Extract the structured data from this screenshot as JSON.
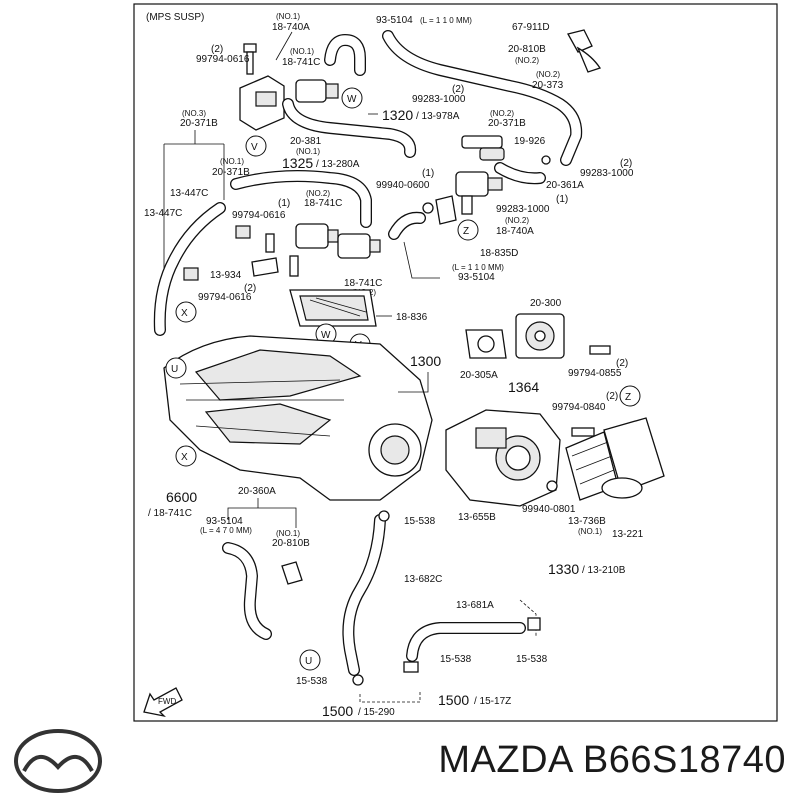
{
  "header": {
    "variant": "(MPS SUSP)"
  },
  "labels": {
    "no1": "(NO.1)",
    "no2": "(NO.2)",
    "no3": "(NO.3)",
    "p18740a": "18-740A",
    "p18741c": "18-741C",
    "p99794_0616": "99794-0616",
    "qty2": "(2)",
    "qty1": "(1)",
    "p93_5104": "93-5104",
    "l110": "(L = 1 1 0 MM)",
    "l110b": "(L = 1 1 0 MM)",
    "l470": "(L = 4 7 0 MM)",
    "p67_911d": "67-911D",
    "p20_810b": "20-810B",
    "p20_373": "20-373",
    "p99283_1000": "99283-1000",
    "r1320": "1320",
    "r1320b": "/ 13-978A",
    "p20_381": "20-381",
    "r1325": "1325",
    "r1325b": "/ 13-280A",
    "p20_371b": "20-371B",
    "p19_926": "19-926",
    "p99940_0600": "99940-0600",
    "p20_361a": "20-361A",
    "p13_447c": "13-447C",
    "p13_934": "13-934",
    "p18_835d": "18-835D",
    "p18_836": "18-836",
    "r1300": "1300",
    "p20_300": "20-300",
    "p20_305a": "20-305A",
    "p99794_0855": "99794-0855",
    "r1364": "1364",
    "p99794_0840": "99794-0840",
    "p99940_0801": "99940-0801",
    "p13_655b": "13-655B",
    "p13_736b": "13-736B",
    "p13_221": "13-221",
    "r1330": "1330",
    "r1330b": "/ 13-210B",
    "r6600": "6600",
    "r6600b": "/ 18-741C",
    "p20_360a": "20-360A",
    "p15_538": "15-538",
    "p13_682c": "13-682C",
    "p13_681a": "13-681A",
    "r1500": "1500",
    "r1500b": "/ 15-290",
    "r1500c": "1500",
    "r1500d": "/ 15-17Z",
    "fwd": "FWD",
    "tagU": "U",
    "tagV": "V",
    "tagW": "W",
    "tagX": "X",
    "tagZ": "Z"
  },
  "footer": {
    "brand": "Mazda",
    "part_number": "MAZDA B66S18740"
  }
}
